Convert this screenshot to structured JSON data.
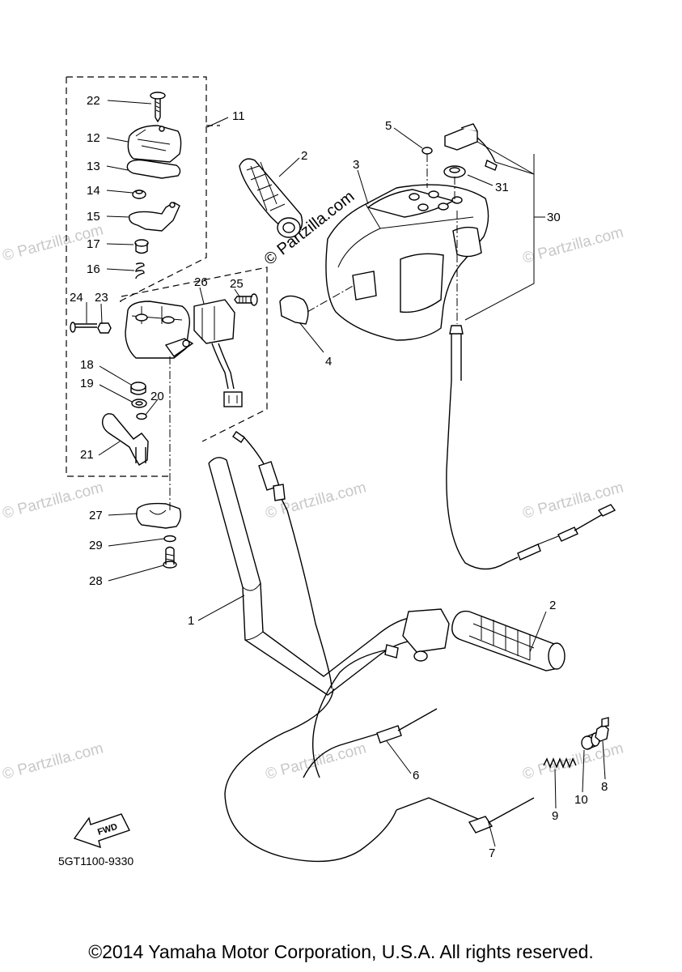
{
  "watermark_text": "© Partzilla.com",
  "diagram_code": "5GT1100-9330",
  "fwd_label": "FWD",
  "copyright": "©2014 Yamaha Motor Corporation, U.S.A. All rights reserved.",
  "callouts": {
    "c1": "1",
    "c2a": "2",
    "c2b": "2",
    "c3": "3",
    "c4": "4",
    "c5": "5",
    "c6": "6",
    "c7": "7",
    "c8": "8",
    "c9": "9",
    "c10": "10",
    "c11": "11",
    "c12": "12",
    "c13": "13",
    "c14": "14",
    "c15": "15",
    "c16": "16",
    "c17": "17",
    "c18": "18",
    "c19": "19",
    "c20": "20",
    "c21": "21",
    "c22": "22",
    "c23": "23",
    "c24": "24",
    "c25": "25",
    "c26": "26",
    "c27": "27",
    "c28": "28",
    "c29": "29",
    "c30": "30",
    "c31": "31"
  }
}
